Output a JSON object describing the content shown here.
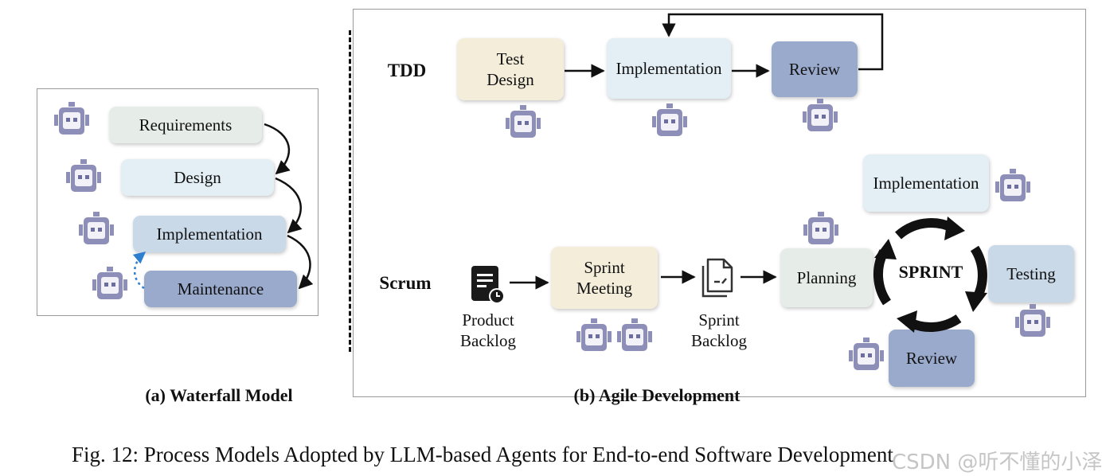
{
  "colors": {
    "beige": "#f3edda",
    "light_blue": "#e3eff5",
    "gray_green": "#e6ece8",
    "mid_blue": "#c9d9e8",
    "steel_blue": "#9aaacd",
    "robot_purple": "#8e8fb8",
    "dotted_blue": "#2f7fd0"
  },
  "waterfall": {
    "caption": "(a) Waterfall Model",
    "steps": [
      "Requirements",
      "Design",
      "Implementation",
      "Maintenance"
    ]
  },
  "agile": {
    "caption": "(b) Agile Development",
    "tdd": {
      "label": "TDD",
      "test_design": "Test\nDesign",
      "implementation": "Implementation",
      "review": "Review"
    },
    "scrum": {
      "label": "Scrum",
      "product_backlog": "Product\nBacklog",
      "sprint_meeting": "Sprint\nMeeting",
      "sprint_backlog": "Sprint\nBacklog",
      "planning": "Planning",
      "sprint": "SPRINT",
      "implementation": "Implementation",
      "testing": "Testing",
      "review": "Review"
    }
  },
  "figure_caption": "Fig. 12: Process Models Adopted by LLM-based Agents for End-to-end Software Development",
  "watermark": "CSDN @听不懂的小泽",
  "icons": {
    "robot": "robot-agent-icon",
    "document": "document-clock-icon",
    "backlog": "stacked-document-icon"
  }
}
